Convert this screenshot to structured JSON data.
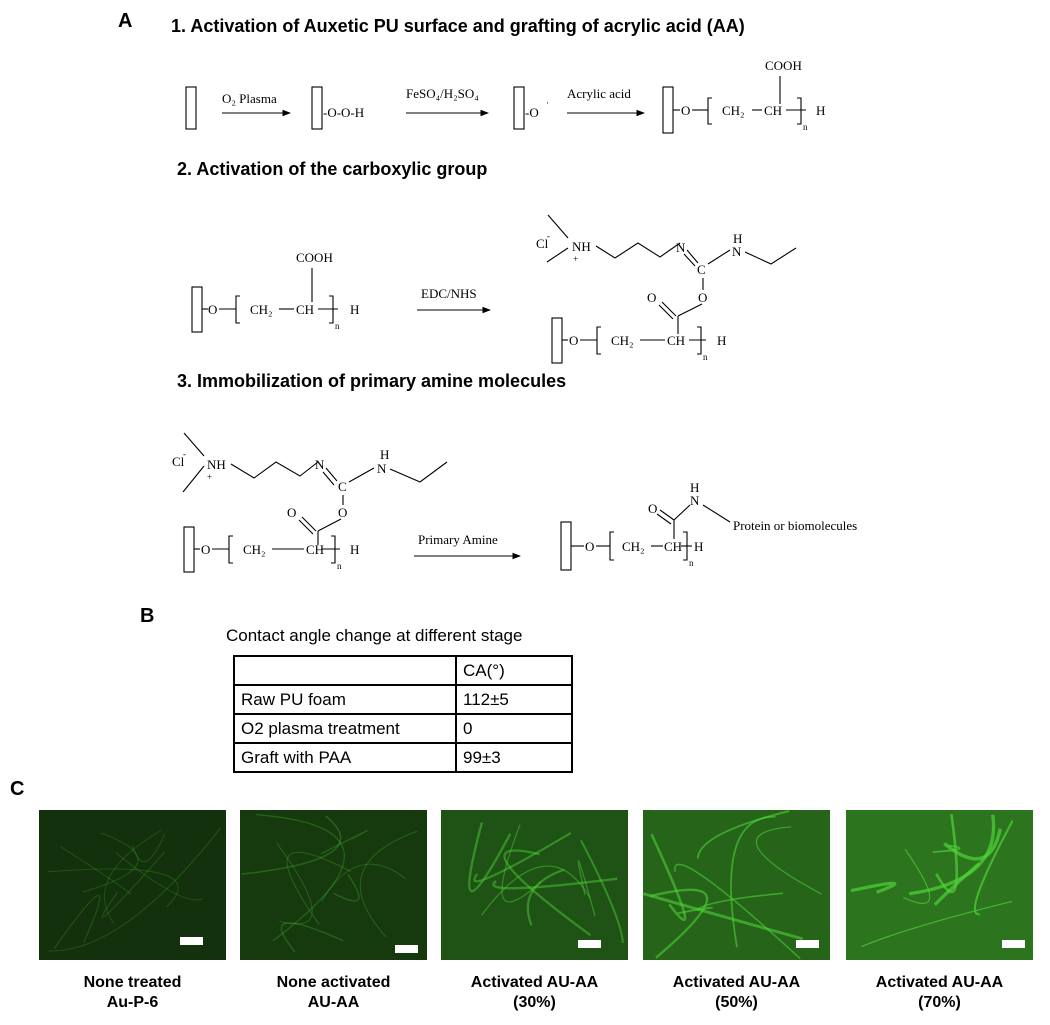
{
  "panels": {
    "a": "A",
    "b": "B",
    "c": "C"
  },
  "section1": {
    "title": "1. Activation of Auxetic PU surface and grafting of acrylic acid (AA)",
    "step1_reagent": "O₂ Plasma",
    "step1_product": "-O-O-H",
    "step2_reagent": "FeSO₄/H₂SO₄",
    "step2_product": "-O",
    "step3_reagent": "Acrylic acid",
    "cooh": "COOH",
    "o": "O",
    "ch2": "CH₂",
    "ch": "CH",
    "h": "H",
    "n": "n"
  },
  "section2": {
    "title": "2. Activation of the carboxylic group",
    "reagent": "EDC/NHS",
    "cl": "Cl",
    "nh": "NH",
    "n": "N",
    "h": "H",
    "c": "C",
    "o": "O",
    "plus": "+",
    "minus": "-"
  },
  "section3": {
    "title": "3. Immobilization of primary amine molecules",
    "reagent": "Primary Amine",
    "product_label": "Protein or biomolecules"
  },
  "table": {
    "caption": "Contact angle change at different stage",
    "header": [
      "",
      "CA(°)"
    ],
    "rows": [
      [
        "Raw PU foam",
        "112±5"
      ],
      [
        "O2 plasma treatment",
        "0"
      ],
      [
        "Graft with PAA",
        "99±3"
      ]
    ]
  },
  "micrographs": [
    {
      "line1": "None treated",
      "line2": "Au-P-6",
      "intensity": 0.1
    },
    {
      "line1": "None activated",
      "line2": "AU-AA",
      "intensity": 0.2
    },
    {
      "line1": "Activated AU-AA",
      "line2": "(30%)",
      "intensity": 0.5
    },
    {
      "line1": "Activated AU-AA",
      "line2": "(50%)",
      "intensity": 0.7
    },
    {
      "line1": "Activated AU-AA",
      "line2": "(70%)",
      "intensity": 0.9
    }
  ],
  "colors": {
    "fluorescence": "#4fd43a",
    "background": "#0b1a05"
  }
}
